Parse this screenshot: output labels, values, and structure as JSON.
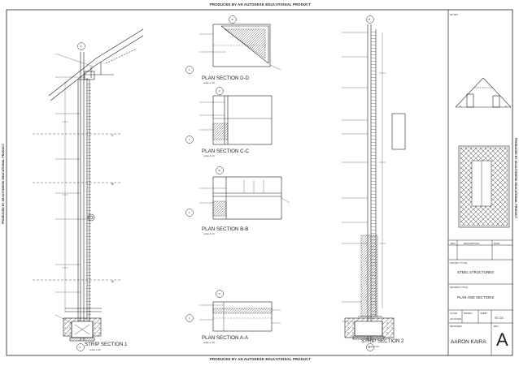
{
  "top_banner": "PRODUCED BY AN AUTODESK EDUCATIONAL PRODUCT",
  "bottom_banner": "PRODUCED BY AN AUTODESK EDUCATIONAL PRODUCT",
  "side_banner_left": "PRODUCED BY AN AUTODESK EDUCATIONAL PRODUCT",
  "side_banner_right": "PRODUCED BY AN AUTODESK EDUCATIONAL PRODUCT",
  "sections": {
    "strip1": {
      "title": "STRIP SECTION 1",
      "scale": "scale 1:20",
      "markers": [
        "A",
        "B",
        "C"
      ]
    },
    "strip2": {
      "title": "STRIP SECTION 2",
      "scale": "scale 1:20"
    },
    "plan_d": {
      "title": "PLAN SECTION D-D",
      "scale": "scale 1:10",
      "marker_top": "D",
      "marker_bottom": "1"
    },
    "plan_c": {
      "title": "PLAN SECTION C-C",
      "scale": "scale 1:10",
      "marker_top": "C",
      "marker_bottom": "1"
    },
    "plan_b": {
      "title": "PLAN SECTION B-B",
      "scale": "scale 1:10",
      "marker_top": "B",
      "marker_bottom": "1"
    },
    "plan_a": {
      "title": "PLAN SECTION A-A",
      "scale": "scale 1:10",
      "marker_top": "A",
      "marker_bottom": "1"
    },
    "strip1_marker": "1",
    "strip2_marker": "2"
  },
  "title_block": {
    "notes_label": "NOTES:",
    "rev_headers": [
      "REV",
      "DESCRIPTION",
      "DATE"
    ],
    "project_title_label": "PROJECT TITLE",
    "project_title": "STEEL STRUCTURES",
    "drawing_title_label": "DRAWING TITLE",
    "drawing_title": "PLAN AND SECTIONS",
    "scale_label": "SCALE",
    "scale_value": "AS NOTED",
    "drawn_label": "DRAWN",
    "sheet_label": "SHEET",
    "sheet_no": "ST-03",
    "designer_label": "DESIGNER",
    "designer": "AARON KAIRA",
    "rev_label": "REV",
    "revision": "A"
  },
  "colors": {
    "line": "#222222",
    "hatch": "#555555",
    "paper": "#ffffff"
  }
}
